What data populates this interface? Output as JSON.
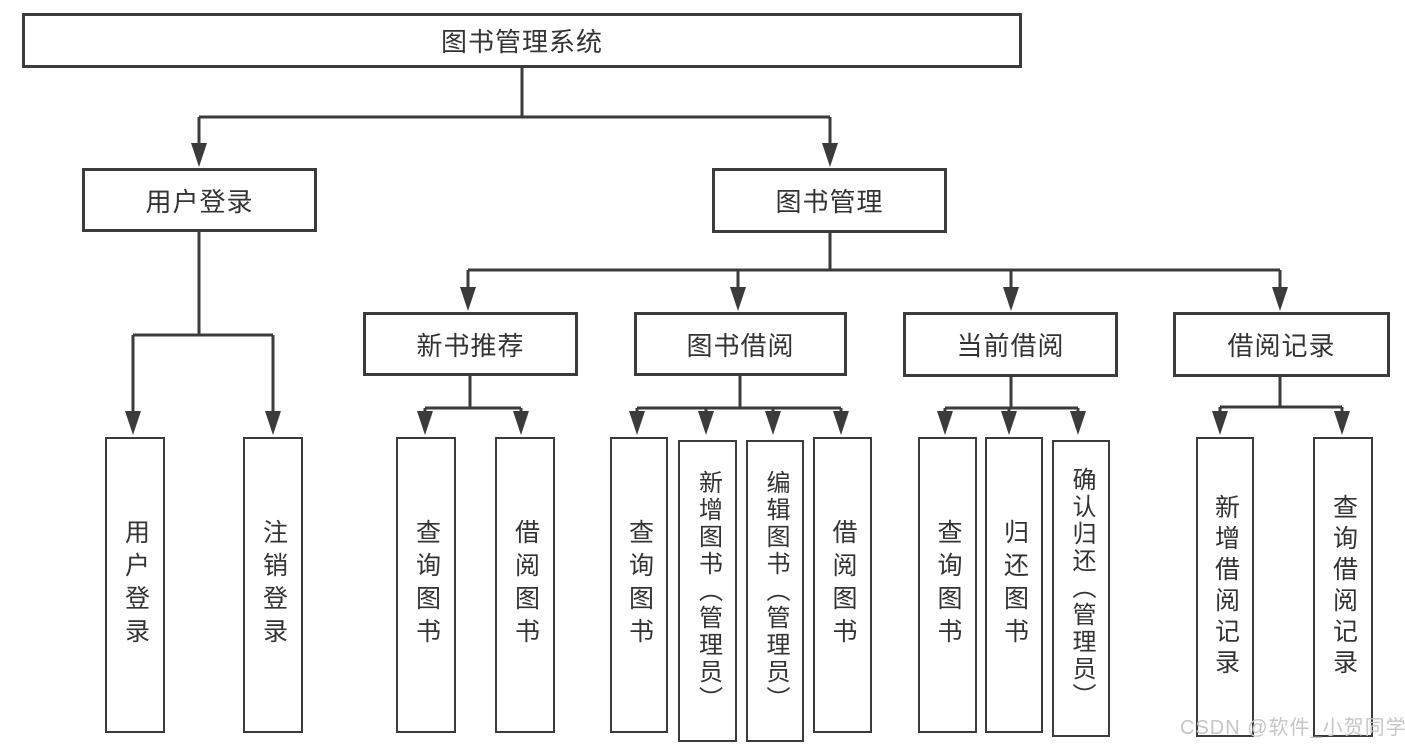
{
  "diagram": {
    "title": "图书管理系统",
    "nodes": {
      "root": "图书管理系统",
      "user_login": "用户登录",
      "book_mgmt": "图书管理",
      "new_books": "新书推荐",
      "book_borrow": "图书借阅",
      "current_borrow": "当前借阅",
      "borrow_records": "借阅记录"
    },
    "leaves": {
      "login": [
        "用户登录",
        "注销登录"
      ],
      "recommend": [
        "查询图书",
        "借阅图书"
      ],
      "borrow": [
        "查询图书",
        "新增图书（管理员）",
        "编辑图书（管理员）",
        "借阅图书"
      ],
      "current": [
        "查询图书",
        "归还图书",
        "确认归还（管理员）"
      ],
      "records": [
        "新增借阅记录",
        "查询借阅记录"
      ]
    },
    "colors": {
      "line": "#3b3b3b",
      "text": "#333333",
      "watermark": "#c6c6c6",
      "background": "#ffffff"
    },
    "watermark": "CSDN @软件_小贺同学"
  }
}
